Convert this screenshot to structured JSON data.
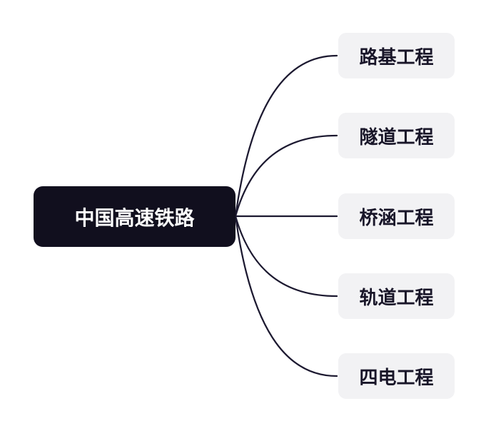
{
  "diagram": {
    "type": "mindmap",
    "root": {
      "label": "中国高速铁路"
    },
    "children": [
      {
        "label": "路基工程"
      },
      {
        "label": "隧道工程"
      },
      {
        "label": "桥涵工程"
      },
      {
        "label": "轨道工程"
      },
      {
        "label": "四电工程"
      }
    ],
    "colors": {
      "canvas_bg": "#ffffff",
      "root_bg": "#110f1e",
      "root_text": "#ffffff",
      "child_bg": "#f2f2f4",
      "child_text": "#191629",
      "connector": "#1c1930"
    }
  }
}
